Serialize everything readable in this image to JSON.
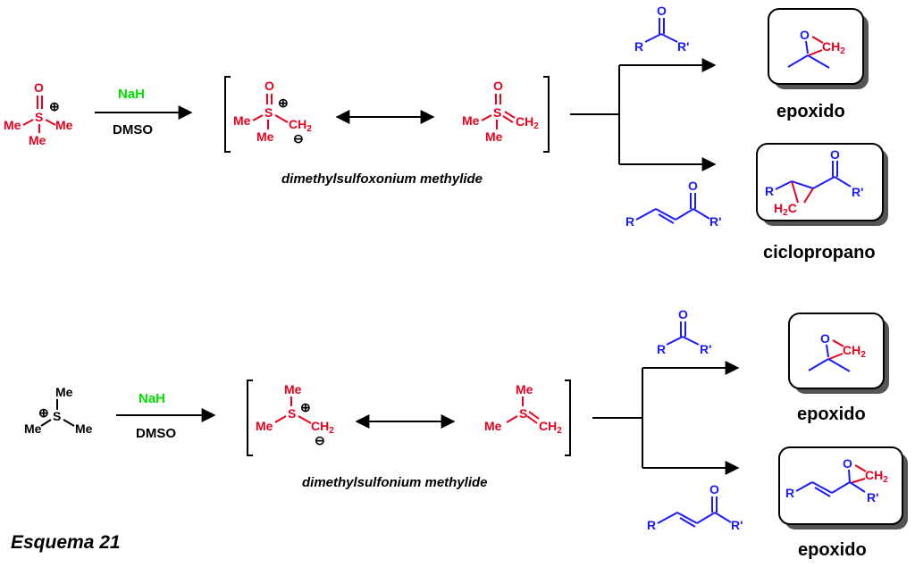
{
  "colors": {
    "red": "#e8001c",
    "blue": "#1a1aff",
    "green": "#00e000",
    "black": "#000000"
  },
  "atoms": {
    "Me": "Me",
    "S": "S",
    "O": "O",
    "C": "C",
    "H": "H",
    "h2": "2",
    "R": "R",
    "Rp": "R'",
    "plus": "⊕",
    "minus": "⊖"
  },
  "top": {
    "reagent": "NaH",
    "solvent": "DMSO",
    "ylide_name": "dimethylsulfoxonium methylide",
    "product1_label": "epoxido",
    "product2_label": "ciclopropano"
  },
  "bottom": {
    "reagent": "NaH",
    "solvent": "DMSO",
    "ylide_name": "dimethylsulfonium methylide",
    "product1_label": "epoxido",
    "product2_label": "epoxido"
  },
  "caption": "Esquema 21"
}
